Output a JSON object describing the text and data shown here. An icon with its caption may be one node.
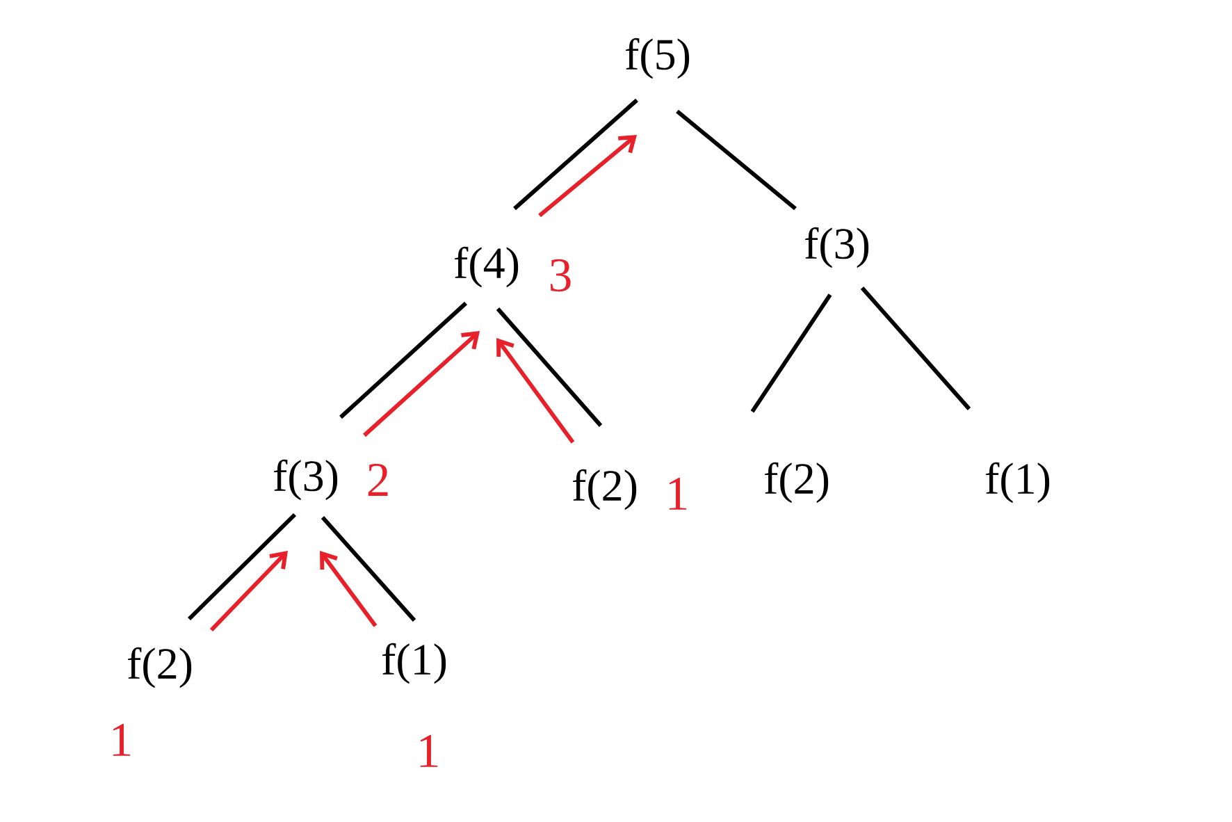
{
  "diagram": {
    "nodes": [
      {
        "text": [
          "f(5)"
        ]
      },
      {
        "text": [
          "f(4)"
        ],
        "beside": [
          "3"
        ]
      },
      {
        "text": [
          "f(3)"
        ]
      },
      {
        "text": [
          "f(3)"
        ],
        "beside": [
          "2"
        ]
      },
      {
        "text": [
          "f(2)"
        ],
        "beside": [
          "1"
        ]
      },
      {
        "text": [
          "f(2)"
        ]
      },
      {
        "text": [
          "f(1)"
        ]
      },
      {
        "text": [
          "f(2)"
        ],
        "beside": [
          "1"
        ]
      },
      {
        "text": [
          "f(1)"
        ],
        "beside": [
          "1"
        ]
      }
    ],
    "edges": [
      {
        "from": 0,
        "to": 1,
        "arrow": "none"
      },
      {
        "from": 0,
        "to": 2,
        "arrow": "none"
      },
      {
        "from": 1,
        "to": 3,
        "arrow": "none"
      },
      {
        "from": 1,
        "to": 4,
        "arrow": "none"
      },
      {
        "from": 2,
        "to": 5,
        "arrow": "none"
      },
      {
        "from": 2,
        "to": 6,
        "arrow": "none"
      },
      {
        "from": 3,
        "to": 7,
        "arrow": "none"
      },
      {
        "from": 3,
        "to": 8,
        "arrow": "none"
      },
      {
        "from": 1,
        "to": 0,
        "arrow": "to",
        "color": "#e8202a"
      },
      {
        "from": 3,
        "to": 1,
        "arrow": "to",
        "color": "#e8202a"
      },
      {
        "from": 4,
        "to": 1,
        "arrow": "to",
        "color": "#e8202a"
      },
      {
        "from": 7,
        "to": 3,
        "arrow": "to",
        "color": "#e8202a"
      },
      {
        "from": 8,
        "to": 3,
        "arrow": "to",
        "color": "#e8202a"
      }
    ]
  }
}
